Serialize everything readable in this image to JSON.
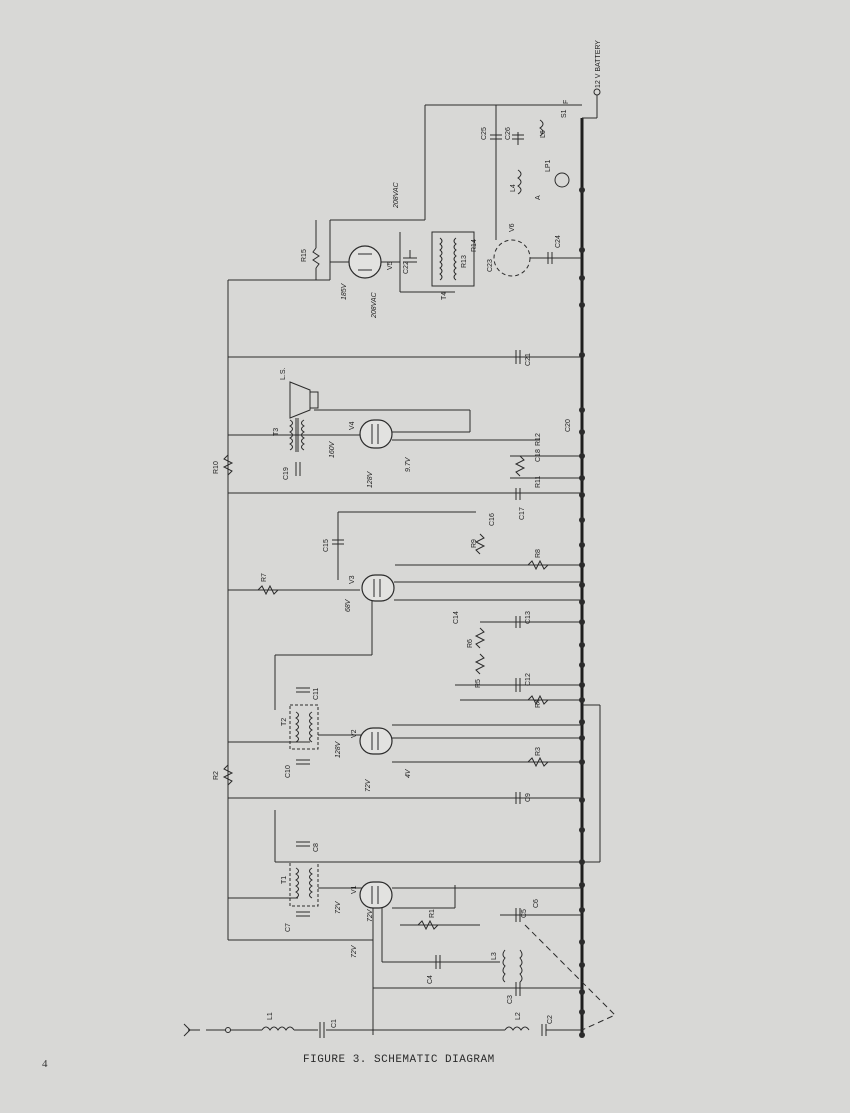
{
  "page": {
    "number": "4",
    "caption": "FIGURE 3. SCHEMATIC DIAGRAM"
  },
  "supply": {
    "battery_label": "12 V BATTERY"
  },
  "tubes": {
    "v1": "V1",
    "v2": "V2",
    "v3": "V3",
    "v4": "V4",
    "v5": "V5",
    "v6": "V6"
  },
  "transformers": {
    "t1": "T1",
    "t2": "T2",
    "t3": "T3",
    "t4": "T4"
  },
  "speaker": {
    "label": "L.S."
  },
  "inductors": {
    "l1": "L1",
    "l2": "L2",
    "l3": "L3",
    "l4": "L4",
    "l6": "L6"
  },
  "resistors": {
    "r1": "R1",
    "r2": "R2",
    "r3": "R3",
    "r4": "R4",
    "r5": "R5",
    "r6": "R6",
    "r7": "R7",
    "r8": "R8",
    "r9": "R9",
    "r10": "R10",
    "r11": "R11",
    "r12": "R12",
    "r13": "R13",
    "r14": "R14",
    "r15": "R15"
  },
  "capacitors": {
    "c1": "C1",
    "c2": "C2",
    "c3": "C3",
    "c4": "C4",
    "c5": "C5",
    "c6": "C6",
    "c7": "C7",
    "c8": "C8",
    "c9": "C9",
    "c10": "C10",
    "c11": "C11",
    "c12": "C12",
    "c13": "C13",
    "c14": "C14",
    "c15": "C15",
    "c16": "C16",
    "c17": "C17",
    "c18": "C18",
    "c19": "C19",
    "c20": "C20",
    "c21": "C21",
    "c22": "C22",
    "c23": "C23",
    "c24": "C24",
    "c25": "C25",
    "c26": "C26"
  },
  "switch": {
    "s1": "S1",
    "f": "F"
  },
  "lamp": {
    "lp1": "LP1",
    "a": "A"
  },
  "voltages": {
    "v1_plate": "72V",
    "v1_screen": "72V",
    "v1_grid": "72V",
    "v2_plate": "128V",
    "v2_screen": "72V",
    "v2_cathode": "4V",
    "v3_screen": "68V",
    "v4_plate": "160V",
    "v4_screen": "128V",
    "v4_cathode": "9.7V",
    "v5_out": "185V",
    "v5_ac_top": "208VAC",
    "v5_ac_bottom": "208VAC"
  }
}
